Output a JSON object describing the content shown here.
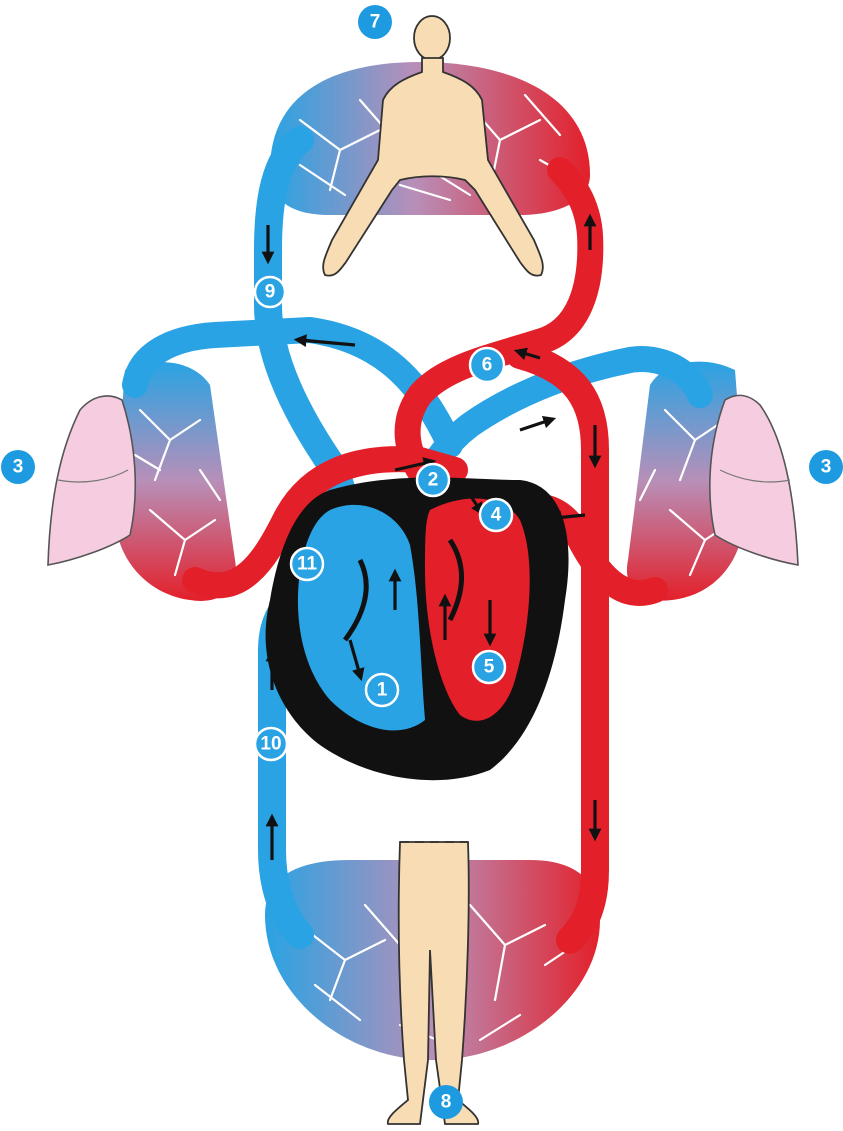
{
  "colors": {
    "oxygen_poor": "#29a3e3",
    "oxygen_rich": "#e3202a",
    "heart_wall": "#111111",
    "skin": "#f8dcb4",
    "lung": "#f6cde0",
    "label": "#1e9be0"
  },
  "labels": {
    "l1": "1",
    "l2": "2",
    "l3_left": "3",
    "l3_right": "3",
    "l4": "4",
    "l5": "5",
    "l6": "6",
    "l7": "7",
    "l8": "8",
    "l9": "9",
    "l10": "10",
    "l11": "11"
  }
}
